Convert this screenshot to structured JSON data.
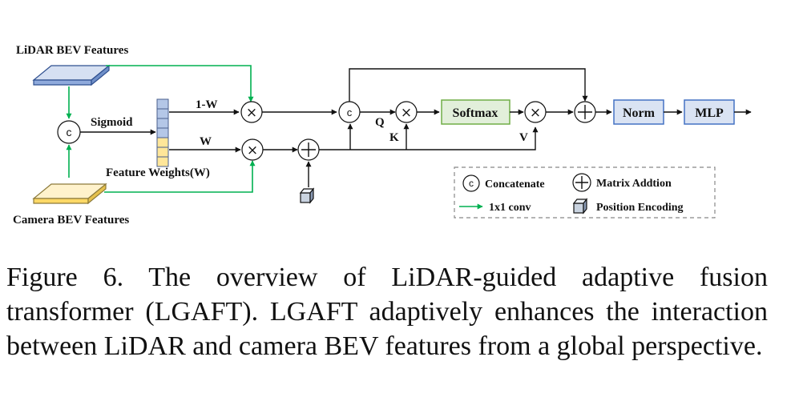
{
  "figure": {
    "inputs": {
      "lidar": "LiDAR BEV Features",
      "camera": "Camera BEV Features"
    },
    "ops": {
      "sigmoid": "Sigmoid",
      "feature_weights": "Feature Weights(W)",
      "one_minus_w": "1-W",
      "w": "W",
      "q": "Q",
      "k": "K",
      "v": "V",
      "concat_symbol": "c",
      "multiply_symbol": "×"
    },
    "blocks": {
      "softmax": "Softmax",
      "norm": "Norm",
      "mlp": "MLP"
    },
    "legend": {
      "concatenate": "Concatenate",
      "matrix_addition": "Matrix Addtion",
      "conv": "1x1 conv",
      "position_encoding": "Position Encoding"
    },
    "colors": {
      "lidar_layer": "#b4c7e7",
      "camera_layer": "#ffe699",
      "conv_arrow": "#00b050",
      "softmax_fill": "#e2efda",
      "norm_fill": "#dae3f3",
      "mlp_fill": "#dae3f3"
    }
  },
  "caption": {
    "text": "Figure 6. The overview of LiDAR-guided adaptive fusion transformer (LGAFT). LGAFT adaptively enhances the interaction between LiDAR and camera BEV features from a global perspective."
  }
}
